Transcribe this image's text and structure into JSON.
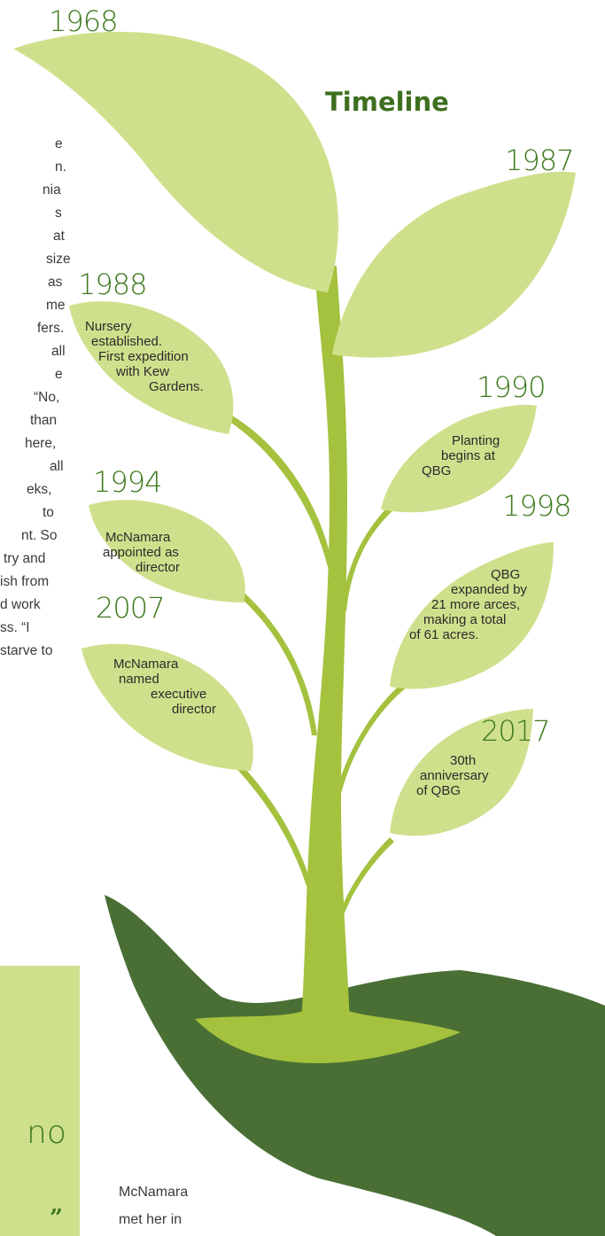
{
  "header": {
    "title": "Timeline"
  },
  "article_fragments": [
    "e",
    "",
    "n.",
    "",
    "nia",
    "",
    "s",
    "at",
    "size",
    "as",
    "me",
    "fers.",
    "all",
    "e",
    "“No,",
    "than",
    "here,",
    "all",
    "eks,",
    "to",
    "nt. So",
    "try and",
    "",
    "ish from",
    "d work",
    "ss. “I",
    "starve to"
  ],
  "pull_quote": {
    "word": "no",
    "close_mark": "”"
  },
  "caption": {
    "lines": [
      "McNamara",
      "met her in"
    ]
  },
  "timeline": {
    "y1968": {
      "year": "1968"
    },
    "y1987": {
      "year": "1987"
    },
    "y1988": {
      "year": "1988",
      "lines": [
        "Nursery",
        "established.",
        "First expedition",
        "with Kew",
        "Gardens."
      ]
    },
    "y1990": {
      "year": "1990",
      "lines": [
        "Planting",
        "begins at",
        "QBG"
      ]
    },
    "y1994": {
      "year": "1994",
      "lines": [
        "McNamara",
        "appointed as",
        "director"
      ]
    },
    "y1998": {
      "year": "1998",
      "lines": [
        "QBG",
        "expanded by",
        "21 more arces,",
        "making a total",
        "of 61 acres."
      ]
    },
    "y2007": {
      "year": "2007",
      "lines": [
        "McNamara",
        "named",
        "executive",
        "director"
      ]
    },
    "y2017": {
      "year": "2017",
      "lines": [
        "30th",
        "anniversary",
        "of QBG"
      ]
    }
  },
  "colors": {
    "leaf": "#cfe08c",
    "stem": "#a4c23e",
    "hand": "#4a6f34",
    "year_text": "#3f7a1e",
    "quote_box": "#cfe08c"
  }
}
